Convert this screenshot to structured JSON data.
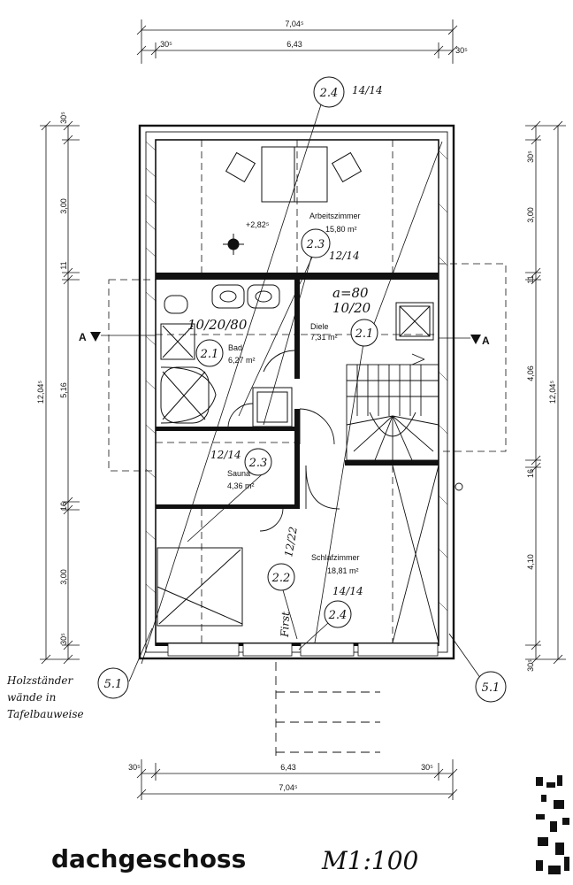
{
  "title": "dachgeschoss",
  "scale": "M1:100",
  "note_lines": [
    "Holzständer",
    "wände in",
    "Tafelbauweise"
  ],
  "dims": {
    "top_total": "7,04⁵",
    "top_left": "30⁵",
    "top_mid": "6,43",
    "top_right": "30⁵",
    "bottom_left": "30⁵",
    "bottom_mid": "6,43",
    "bottom_right": "30⁵",
    "bottom_total": "7,04⁵",
    "left_total": "12,04⁵",
    "left_top": "30⁵",
    "left_a": "3,00",
    "left_b": "11",
    "left_c": "5,16",
    "left_d": "16",
    "left_e": "3,00",
    "left_bottom": "30⁵",
    "right_total": "12,04⁵",
    "right_top": "30⁵",
    "right_a": "3,00",
    "right_b": "11",
    "right_c": "4,06",
    "right_d": "16",
    "right_e": "4,10",
    "right_bottom": "30⁵"
  },
  "rooms": {
    "arbeitszimmer": {
      "name": "Arbeitszimmer",
      "area": "15,80 m²"
    },
    "bad": {
      "name": "Bad",
      "area": "6,27 m²"
    },
    "diele": {
      "name": "Diele",
      "area": "7,31 m²"
    },
    "sauna": {
      "name": "Sauna",
      "area": "4,36 m²"
    },
    "schlafzimmer": {
      "name": "Schlafzimmer",
      "area": "18,81 m²"
    }
  },
  "level": "+2,82⁵",
  "section_left": "A",
  "section_right": "A",
  "tags": {
    "t1": "2.4",
    "t2": "2.3",
    "t3": "2.1",
    "t4": "2.1",
    "t5": "2.3",
    "t6": "2.2",
    "t7": "2.4",
    "t8": "5.1",
    "t9": "5.1"
  },
  "annotations": {
    "a1": "14/14",
    "a2": "12/14",
    "a3": "a=80",
    "a4": "10/20",
    "a5": "10/20/80",
    "a6": "12/14",
    "a7": "12/22",
    "a8": "14/14",
    "a9": "First"
  }
}
